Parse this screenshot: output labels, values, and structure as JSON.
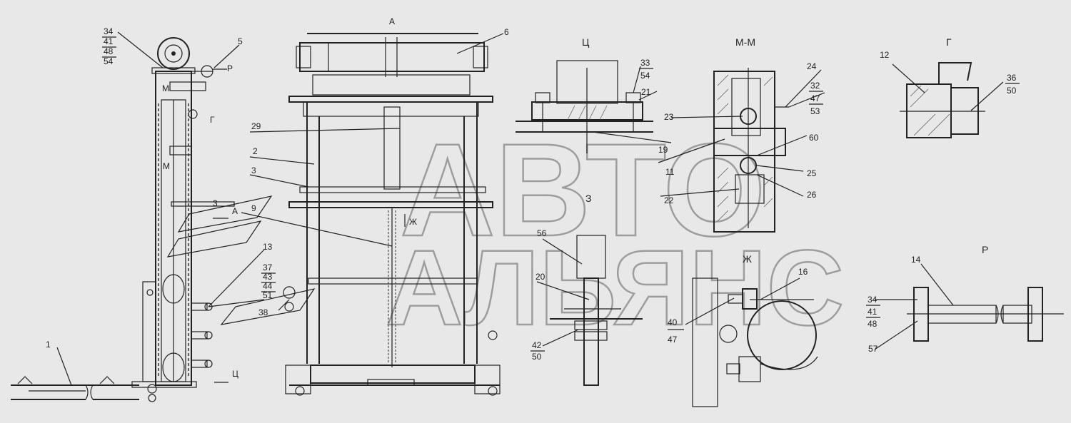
{
  "view_titles": {
    "a": "А",
    "ts": "Ц",
    "mm": "М-М",
    "g": "Г",
    "r": "Р",
    "zh": "Ж",
    "z": "З"
  },
  "section_marks": {
    "m1": "М",
    "m2": "М",
    "p": "Р",
    "g": "Г",
    "a": "А",
    "ts": "Ц",
    "three": "3",
    "zh": "Ж"
  },
  "watermark": {
    "line1": "АВТО",
    "line2": "АЛЬЯНС"
  },
  "callouts": {
    "c1": "1",
    "c2": "2",
    "c3": "3",
    "c5": "5",
    "c6": "6",
    "c9": "9",
    "c11": "11",
    "c12": "12",
    "c13": "13",
    "c14": "14",
    "c16": "16",
    "c19": "19",
    "c20": "20",
    "c21": "21",
    "c22": "22",
    "c23": "23",
    "c24": "24",
    "c25": "25",
    "c26": "26",
    "c29": "29",
    "c38": "38",
    "c40": "40",
    "c47": "47",
    "c56": "56",
    "c57": "57",
    "c60": "60"
  },
  "stacks": {
    "s1": [
      "34",
      "41",
      "48",
      "54"
    ],
    "s2": [
      "33",
      "54"
    ],
    "s3": [
      "32",
      "47",
      "53"
    ],
    "s4": [
      "36",
      "50"
    ],
    "s5": [
      "37",
      "43",
      "44",
      "51"
    ],
    "s6": [
      "42",
      "50"
    ],
    "s7": [
      "34",
      "41",
      "48"
    ]
  }
}
